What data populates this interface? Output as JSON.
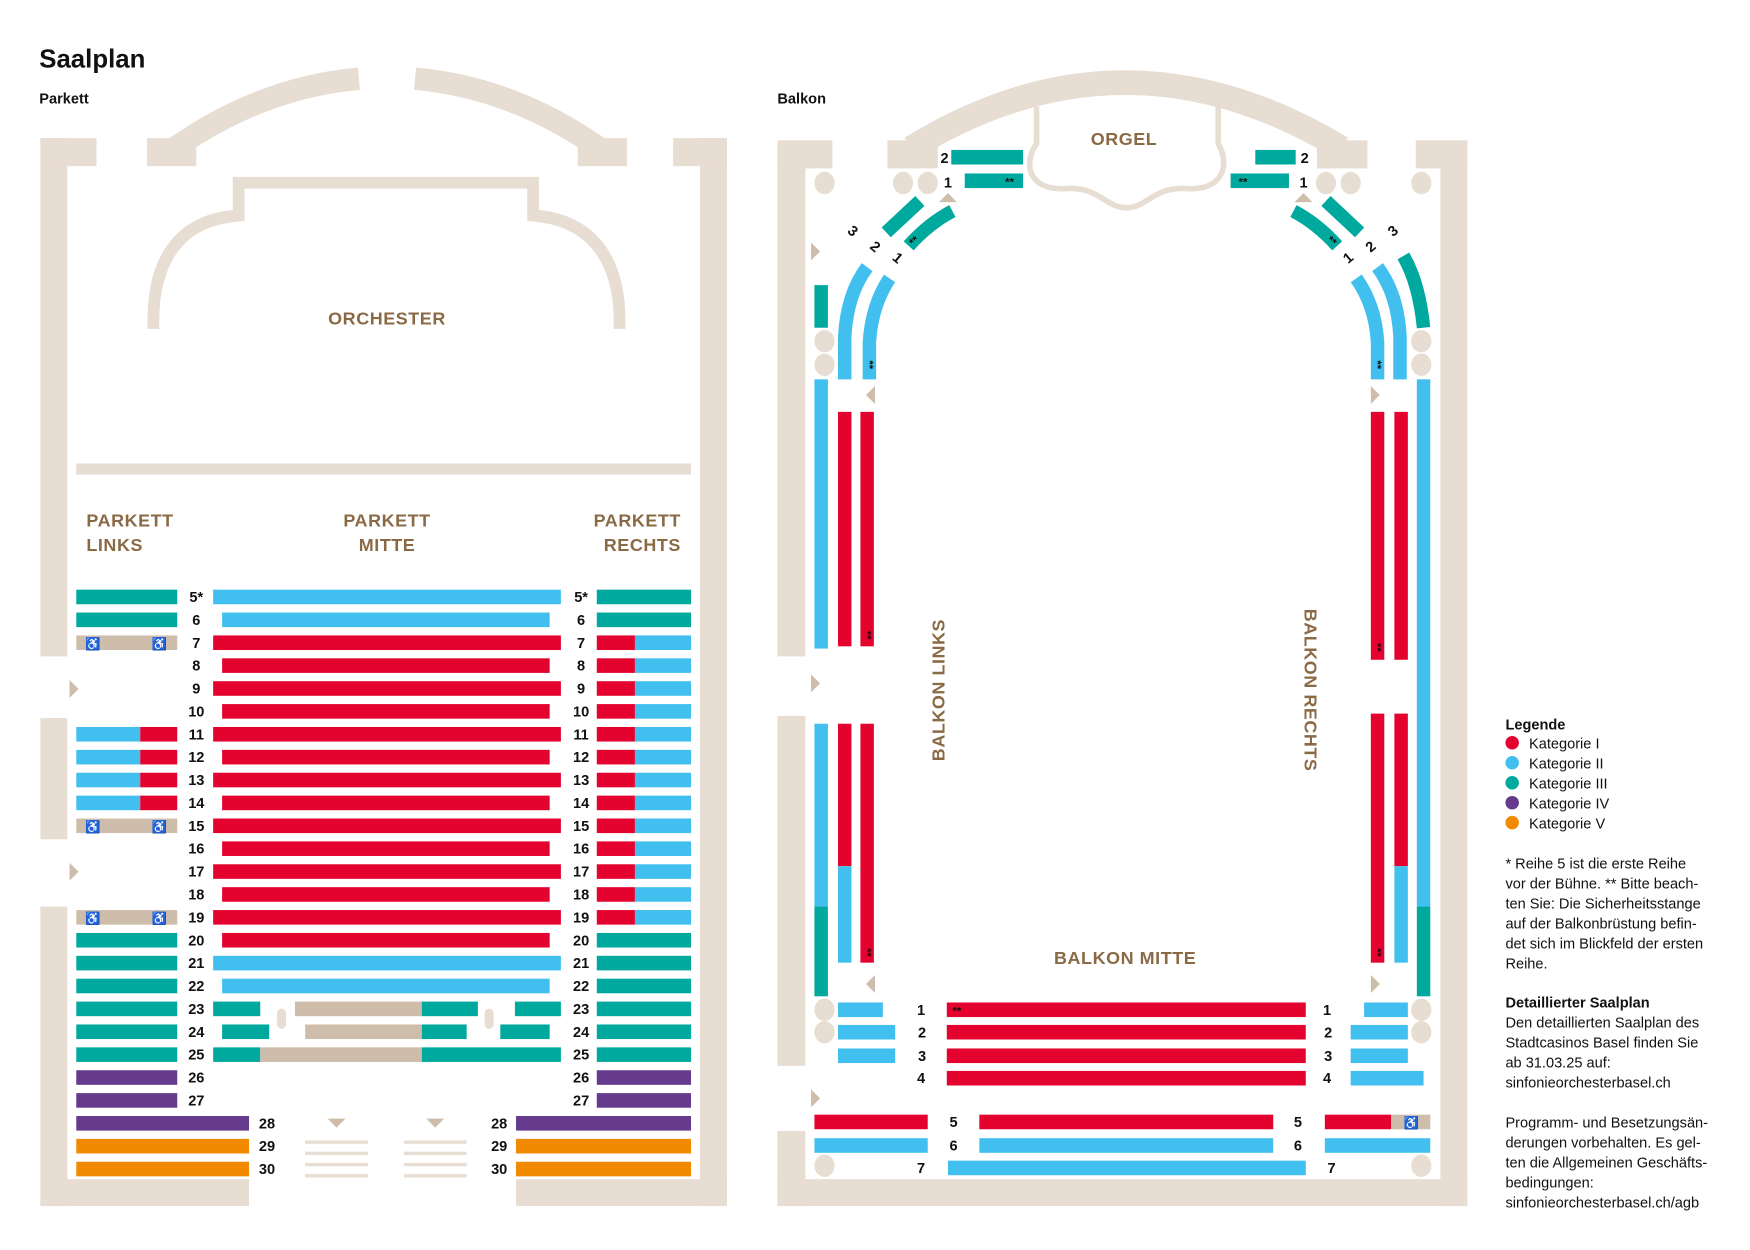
{
  "title": "Saalplan",
  "colors": {
    "I": "#e4032e",
    "II": "#41bfee",
    "III": "#00a99d",
    "IV": "#663a8c",
    "V": "#f18a00",
    "W": "#cfbdab",
    "wall": "#e8ddd3",
    "label": "#8a6a45"
  },
  "icons": {
    "wheelchair": "♿",
    "obstructed": "**"
  },
  "parkett": {
    "heading": "Parkett",
    "orchestra": "ORCHESTER",
    "sections": {
      "left": [
        "PARKETT",
        "LINKS"
      ],
      "center": [
        "PARKETT",
        "MITTE"
      ],
      "right": [
        "PARKETT",
        "RECHTS"
      ]
    },
    "rows": [
      {
        "label": "5*",
        "left": [
          "III"
        ],
        "center": [
          "II"
        ],
        "right": [
          "III"
        ]
      },
      {
        "label": "6",
        "left": [
          "III"
        ],
        "center": [
          "II"
        ],
        "right": [
          "III"
        ]
      },
      {
        "label": "7",
        "left": [
          "W"
        ],
        "center": [
          "I"
        ],
        "right": [
          "I",
          "II"
        ]
      },
      {
        "label": "8",
        "left": [],
        "center": [
          "I"
        ],
        "right": [
          "I",
          "II"
        ]
      },
      {
        "label": "9",
        "left": [],
        "center": [
          "I"
        ],
        "right": [
          "I",
          "II"
        ]
      },
      {
        "label": "10",
        "left": [],
        "center": [
          "I"
        ],
        "right": [
          "I",
          "II"
        ]
      },
      {
        "label": "11",
        "left": [
          "II",
          "I"
        ],
        "center": [
          "I"
        ],
        "right": [
          "I",
          "II"
        ]
      },
      {
        "label": "12",
        "left": [
          "II",
          "I"
        ],
        "center": [
          "I"
        ],
        "right": [
          "I",
          "II"
        ]
      },
      {
        "label": "13",
        "left": [
          "II",
          "I"
        ],
        "center": [
          "I"
        ],
        "right": [
          "I",
          "II"
        ]
      },
      {
        "label": "14",
        "left": [
          "II",
          "I"
        ],
        "center": [
          "I"
        ],
        "right": [
          "I",
          "II"
        ]
      },
      {
        "label": "15",
        "left": [
          "W"
        ],
        "center": [
          "I"
        ],
        "right": [
          "I",
          "II"
        ]
      },
      {
        "label": "16",
        "left": [],
        "center": [
          "I"
        ],
        "right": [
          "I",
          "II"
        ]
      },
      {
        "label": "17",
        "left": [],
        "center": [
          "I"
        ],
        "right": [
          "I",
          "II"
        ]
      },
      {
        "label": "18",
        "left": [],
        "center": [
          "I"
        ],
        "right": [
          "I",
          "II"
        ]
      },
      {
        "label": "19",
        "left": [
          "W"
        ],
        "center": [
          "I"
        ],
        "right": [
          "I",
          "II"
        ]
      },
      {
        "label": "20",
        "left": [
          "III"
        ],
        "center": [
          "I"
        ],
        "right": [
          "III"
        ]
      },
      {
        "label": "21",
        "left": [
          "III"
        ],
        "center": [
          "II"
        ],
        "right": [
          "III"
        ]
      },
      {
        "label": "22",
        "left": [
          "III"
        ],
        "center": [
          "II"
        ],
        "right": [
          "III"
        ]
      },
      {
        "label": "23",
        "left": [
          "III"
        ],
        "center": [
          "III",
          "W",
          "III",
          "III"
        ],
        "right": [
          "III"
        ]
      },
      {
        "label": "24",
        "left": [
          "III"
        ],
        "center": [
          "III",
          "W",
          "III",
          "III"
        ],
        "right": [
          "III"
        ]
      },
      {
        "label": "25",
        "left": [
          "III"
        ],
        "center": [
          "III",
          "W",
          "III"
        ],
        "right": [
          "III"
        ]
      },
      {
        "label": "26",
        "left": [
          "IV"
        ],
        "center": [],
        "right": [
          "IV"
        ]
      },
      {
        "label": "27",
        "left": [
          "IV"
        ],
        "center": [],
        "right": [
          "IV"
        ]
      },
      {
        "label": "28",
        "left": [
          "IV"
        ],
        "center": [],
        "right": [
          "IV"
        ]
      },
      {
        "label": "29",
        "left": [
          "V"
        ],
        "center": [],
        "right": [
          "V"
        ]
      },
      {
        "label": "30",
        "left": [
          "V"
        ],
        "center": [],
        "right": [
          "V"
        ]
      }
    ]
  },
  "balkon": {
    "heading": "Balkon",
    "organ": "ORGEL",
    "sections": {
      "left": "BALKON LINKS",
      "right": "BALKON RECHTS",
      "center": "BALKON MITTE"
    },
    "top_labels": [
      "2",
      "1"
    ],
    "corner_labels": [
      "3",
      "2",
      "1"
    ],
    "front_labels": [
      "1",
      "2",
      "3",
      "4",
      "5",
      "6",
      "7"
    ]
  },
  "legend": {
    "title": "Legende",
    "items": [
      {
        "key": "I",
        "label": "Kategorie I"
      },
      {
        "key": "II",
        "label": "Kategorie II"
      },
      {
        "key": "III",
        "label": "Kategorie III"
      },
      {
        "key": "IV",
        "label": "Kategorie IV"
      },
      {
        "key": "V",
        "label": "Kategorie V"
      }
    ]
  },
  "notes": {
    "footnote": [
      "* Reihe 5 ist die erste Reihe",
      "vor der Bühne. ** Bitte beach-",
      "ten Sie: Die Sicherheitsstange",
      "auf der Balkonbrüstung befin-",
      "det sich im Blickfeld der ersten",
      "Reihe."
    ],
    "detail_title": "Detaillierter Saalplan",
    "detail": [
      "Den detaillierten Saalplan des",
      "Stadtcasinos Basel finden Sie",
      "ab 31.03.25 auf:",
      "sinfonieorchesterbasel.ch"
    ],
    "terms": [
      "Programm- und Besetzungsän-",
      "derungen vorbehalten. Es gel-",
      "ten die Allgemeinen Geschäfts-",
      "bedingungen:",
      "sinfonieorchesterbasel.ch/agb"
    ]
  }
}
